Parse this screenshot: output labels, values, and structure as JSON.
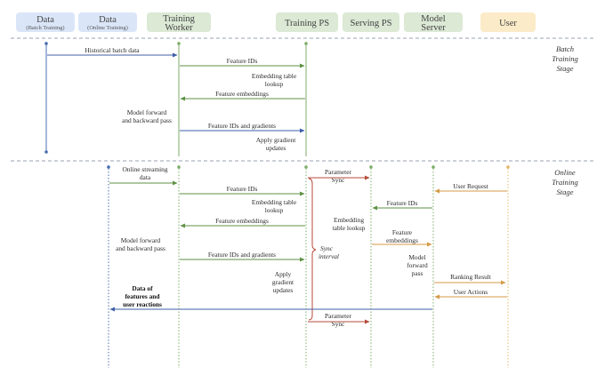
{
  "participants": [
    {
      "id": "data_batch",
      "title": "Data",
      "subtitle": "(Batch Training)",
      "fill": "#dae6f8",
      "line": "#4a6fb0"
    },
    {
      "id": "data_online",
      "title": "Data",
      "subtitle": "(Online Training)",
      "fill": "#dae6f8",
      "line": "#4a6fb0"
    },
    {
      "id": "training_worker",
      "title": "Training",
      "title2": "Worker",
      "fill": "#dbe9d5",
      "line": "#7fae6b"
    },
    {
      "id": "training_ps",
      "title": "Training PS",
      "fill": "#dbe9d5",
      "line": "#7fae6b"
    },
    {
      "id": "serving_ps",
      "title": "Serving PS",
      "fill": "#dbe9d5",
      "line": "#7fae6b"
    },
    {
      "id": "model_server",
      "title": "Model",
      "title2": "Server",
      "fill": "#dbe9d5",
      "line": "#7fae6b"
    },
    {
      "id": "user",
      "title": "User",
      "fill": "#fbebc8",
      "line": "#e2b86a"
    }
  ],
  "stages": {
    "batch": [
      "Batch",
      "Training",
      "Stage"
    ],
    "online": [
      "Online",
      "Training",
      "Stage"
    ]
  },
  "colors": {
    "blue": "#3d5fa8",
    "green": "#5e9145",
    "red": "#b44a3a",
    "orange": "#d49a46",
    "divider": "#9aa0b2"
  },
  "batch": {
    "historical": "Historical batch data",
    "feature_ids": "Feature IDs",
    "lookup": [
      "Embedding table",
      "lookup"
    ],
    "embeddings": "Feature embeddings",
    "forward": [
      "Model forward",
      "and backward pass"
    ],
    "ids_grads": "Feature IDs and gradients",
    "apply": [
      "Apply gradient",
      "updates"
    ]
  },
  "online": {
    "streaming": [
      "Online streaming",
      "data"
    ],
    "feature_ids": "Feature IDs",
    "lookup": [
      "Embedding table",
      "lookup"
    ],
    "embeddings": "Feature embeddings",
    "forward": [
      "Model forward",
      "and backward pass"
    ],
    "ids_grads": "Feature IDs and gradients",
    "apply": [
      "Apply",
      "gradient",
      "updates"
    ],
    "param_sync_1": [
      "Parameter",
      "Sync"
    ],
    "param_sync_2": [
      "Parameter",
      "Sync"
    ],
    "sync_interval": [
      "Sync",
      "interval"
    ],
    "user_request": "User Request",
    "ms_feature_ids": "Feature IDs",
    "serving_lookup": [
      "Embedding",
      "table lookup"
    ],
    "serving_embeddings": [
      "Feature",
      "embeddings"
    ],
    "ms_forward": [
      "Model",
      "forward",
      "pass"
    ],
    "ranking": "Ranking Result",
    "user_actions": "User Actions",
    "data_reactions": [
      "Data of",
      "features and",
      "user reactions"
    ]
  }
}
